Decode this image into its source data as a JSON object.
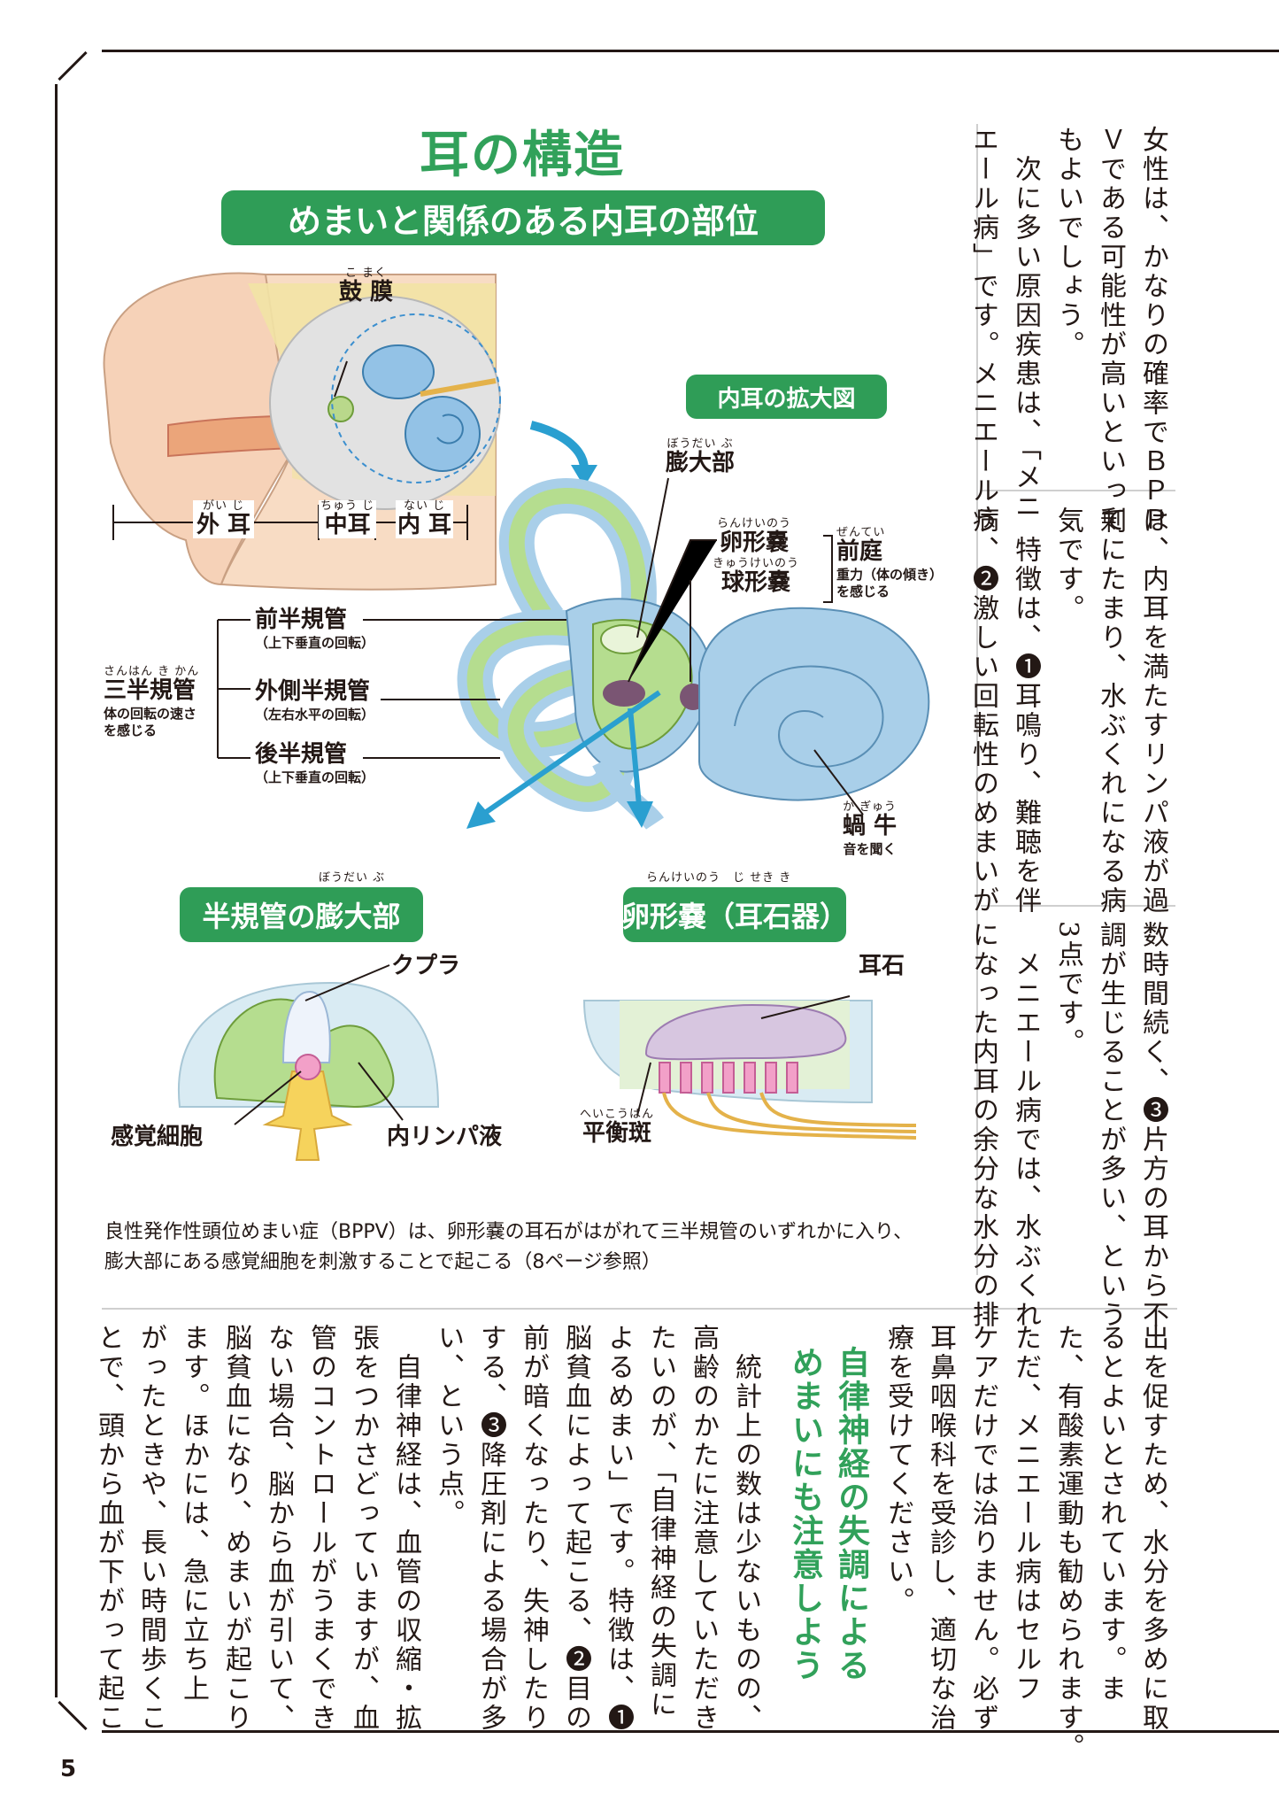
{
  "page_number": "5",
  "figure": {
    "title": "耳の構造",
    "subtitle": "めまいと関係のある内耳の部位",
    "enlarged_label": "内耳の拡大図",
    "ear_labels": {
      "eardrum": {
        "ruby": "こ まく",
        "text": "鼓 膜"
      },
      "outer": {
        "ruby": "がい じ",
        "text": "外 耳"
      },
      "middle": {
        "ruby": "ちゅう じ",
        "text": "中耳"
      },
      "inner": {
        "ruby": "ない じ",
        "text": "内 耳"
      }
    },
    "inner_labels": {
      "ampulla": {
        "ruby": "ぼうだい ぶ",
        "text": "膨大部"
      },
      "utricle": {
        "ruby": "らんけいのう",
        "text": "卵形嚢"
      },
      "saccule": {
        "ruby": "きゅうけいのう",
        "text": "球形嚢"
      },
      "vestibule": {
        "ruby": "ぜんてい",
        "text": "前庭",
        "note1": "重力（体の傾き）",
        "note2": "を感じる"
      },
      "semicircular": {
        "ruby": "さんはん き かん",
        "text": "三半規管",
        "note1": "体の回転の速さ",
        "note2": "を感じる"
      },
      "anterior": {
        "text": "前半規管",
        "note": "（上下垂直の回転）"
      },
      "lateral": {
        "text": "外側半規管",
        "note": "（左右水平の回転）"
      },
      "posterior": {
        "text": "後半規管",
        "note": "（上下垂直の回転）"
      },
      "cochlea": {
        "ruby": "か ぎゅう",
        "text": "蝸 牛",
        "note": "音を聞く"
      }
    },
    "detail_left": {
      "title": "半規管の膨大部",
      "title_ruby": "ぼうだい ぶ",
      "cupula": "クプラ",
      "sensory": "感覚細胞",
      "endolymph": "内リンパ液"
    },
    "detail_right": {
      "title": "卵形嚢（耳石器）",
      "title_ruby": "らんけいのう　じ せき き",
      "otolith": "耳石",
      "macula": {
        "ruby": "へいこうはん",
        "text": "平衡斑"
      }
    },
    "caption_line1": "良性発作性頭位めまい症（BPPV）は、卵形嚢の耳石がはがれて三半規管のいずれかに入り、",
    "caption_line2": "膨大部にある感覚細胞を刺激することで起こる（8ページ参照）"
  },
  "right_columns": {
    "block1": [
      "女性は、かなりの確率でＢＰＰ",
      "Ｖである可能性が高いといって",
      "もよいでしょう。",
      "　次に多い原因疾患は、「メニ",
      "エール病」です。メニエール病"
    ],
    "block2": [
      "は、内耳を満たすリンパ液が過",
      "剰にたまり、水ぶくれになる病",
      "気です。",
      "　特徴は、❶耳鳴り、難聴を伴",
      "う、❷激しい回転性のめまいが"
    ],
    "block3": [
      "数時間続く、❸片方の耳から不",
      "調が生じることが多い、という",
      "3点です。",
      "　メニエール病では、水ぶくれ",
      "になった内耳の余分な水分の排"
    ]
  },
  "bottom_columns": {
    "before_heading": [
      "出を促すため、水分を多めに取",
      "るとよいとされています。ま",
      "た、有酸素運動も勧められます。",
      "ただ、メニエール病はセルフ",
      "ケアだけでは治りません。必ず",
      "耳鼻咽喉科を受診し、適切な治",
      "療を受けてください。"
    ],
    "heading_line1": "自律神経の失調による",
    "heading_line2": "めまいにも注意しよう",
    "after_heading": [
      "　統計上の数は少ないものの、",
      "高齢のかたに注意していただき",
      "たいのが、「自律神経の失調に",
      "よるめまい」です。特徴は、❶",
      "脳貧血によって起こる、❷目の",
      "前が暗くなったり、失神したり",
      "する、❸降圧剤による場合が多",
      "い、という点。",
      "　自律神経は、血管の収縮・拡",
      "張をつかさどっていますが、血",
      "管のコントロールがうまくでき",
      "ない場合、脳から血が引いて、",
      "脳貧血になり、めまいが起こり",
      "ます。ほかには、急に立ち上",
      "がったときや、長い時間歩くこ",
      "とで、頭から血が下がって起こ"
    ]
  }
}
